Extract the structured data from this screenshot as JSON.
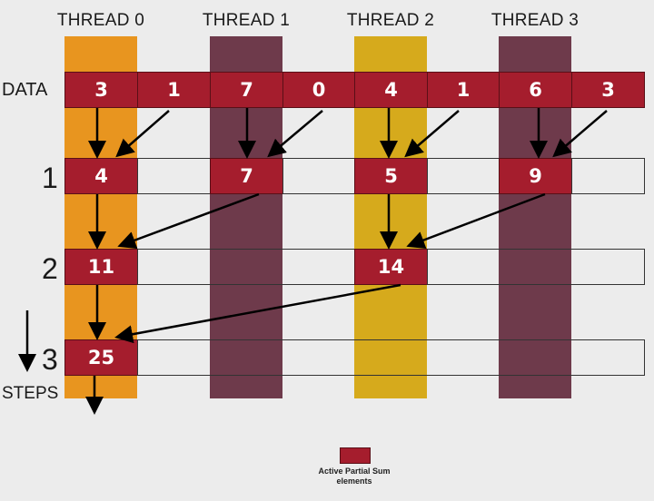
{
  "threads": [
    "THREAD 0",
    "THREAD 1",
    "THREAD 2",
    "THREAD 3"
  ],
  "thread_colors": [
    "#e8951f",
    "#6e3a4b",
    "#d6aa1c",
    "#6e3a4b"
  ],
  "active_color": "#a51d2d",
  "row_labels": {
    "data": "DATA",
    "step1": "1",
    "step2": "2",
    "step3": "3",
    "steps": "STEPS"
  },
  "data_values": [
    "3",
    "1",
    "7",
    "0",
    "4",
    "1",
    "6",
    "3"
  ],
  "step1_values": [
    "4",
    "7",
    "5",
    "9"
  ],
  "step2_values": [
    "11",
    "14"
  ],
  "step3_values": [
    "25"
  ],
  "legend": {
    "line1": "Active Partial Sum",
    "line2": "elements"
  }
}
